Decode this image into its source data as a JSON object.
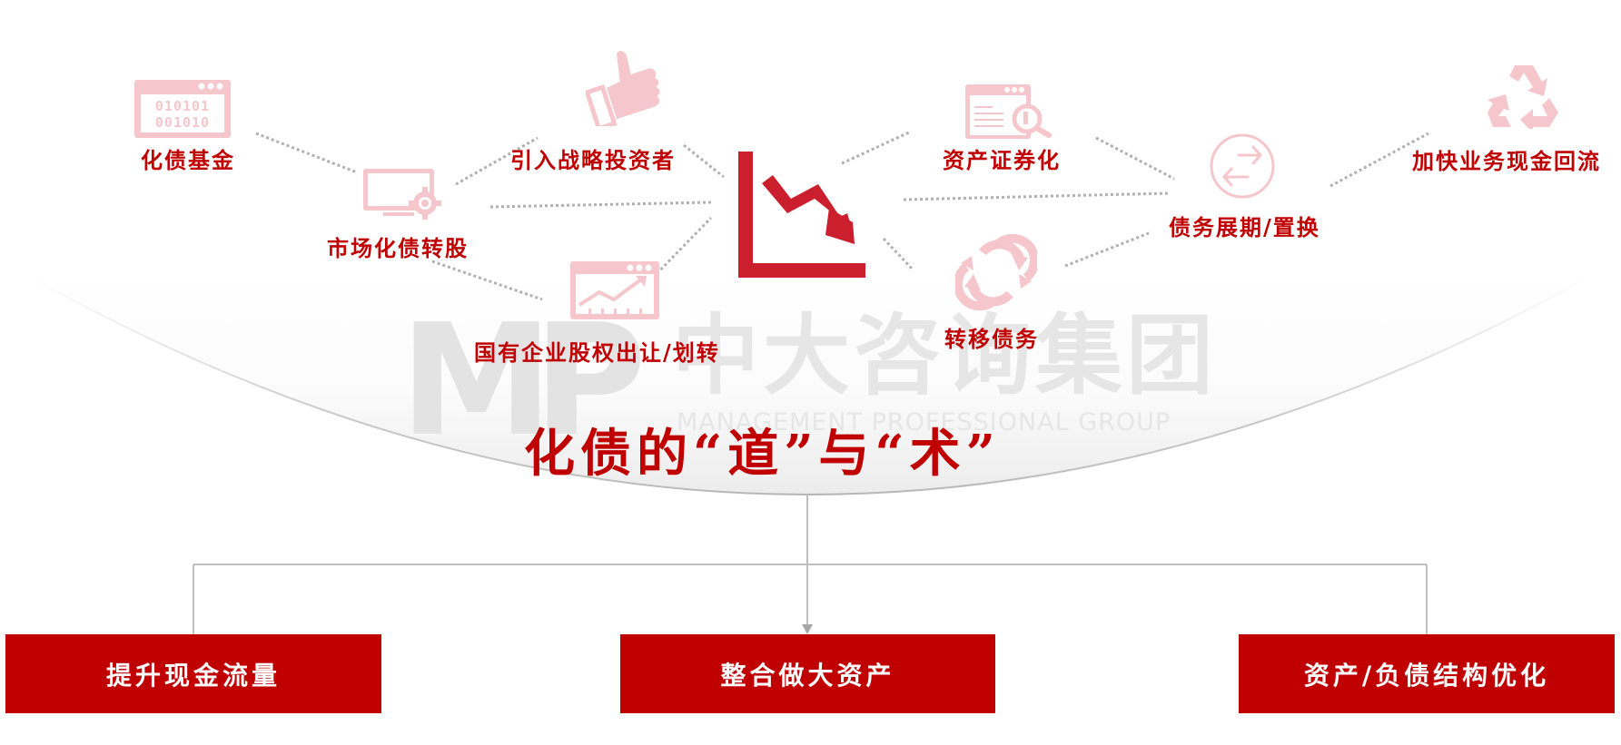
{
  "title": "化债的“道”与“术”",
  "watermark": {
    "logo": "MP",
    "company_cn": "中大咨询集团",
    "company_en": "MANAGEMENT PROFESSIONAL GROUP"
  },
  "center_icon": "chart-down-icon",
  "methods": [
    {
      "label": "化债基金",
      "icon": "binary-window-icon"
    },
    {
      "label": "市场化债转股",
      "icon": "monitor-gear-icon"
    },
    {
      "label": "引入战略投资者",
      "icon": "thumbs-up-icon"
    },
    {
      "label": "国有企业股权出让/划转",
      "icon": "chart-window-icon"
    },
    {
      "label": "资产证券化",
      "icon": "document-search-icon"
    },
    {
      "label": "转移债务",
      "icon": "cycle-arrows-icon"
    },
    {
      "label": "债务展期/置换",
      "icon": "swap-arrows-icon"
    },
    {
      "label": "加快业务现金回流",
      "icon": "recycle-icon"
    }
  ],
  "outcomes": [
    {
      "label": "提升现金流量"
    },
    {
      "label": "整合做大资产"
    },
    {
      "label": "资产/负债结构优化"
    }
  ],
  "colors": {
    "primary_red": "#c00000",
    "icon_red": "#cc1f2e",
    "icon_pink": "#f5c6cb",
    "connector_gray": "#bfbfbf",
    "dotted_gray": "#b0b0b0",
    "watermark_gray": "#e6e6e6"
  }
}
